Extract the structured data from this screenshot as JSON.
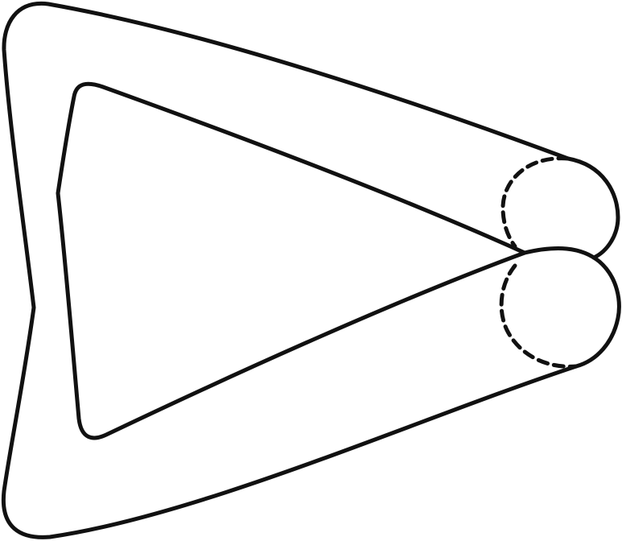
{
  "figure": {
    "description_visible_text": "",
    "stroke_color": "#111111",
    "background_color": "#ffffff",
    "parts": [
      "outer-band-loop",
      "inner-band-loop",
      "upper-end-circle",
      "lower-end-circle",
      "upper-circle-hidden-arc",
      "lower-circle-hidden-arc"
    ]
  }
}
